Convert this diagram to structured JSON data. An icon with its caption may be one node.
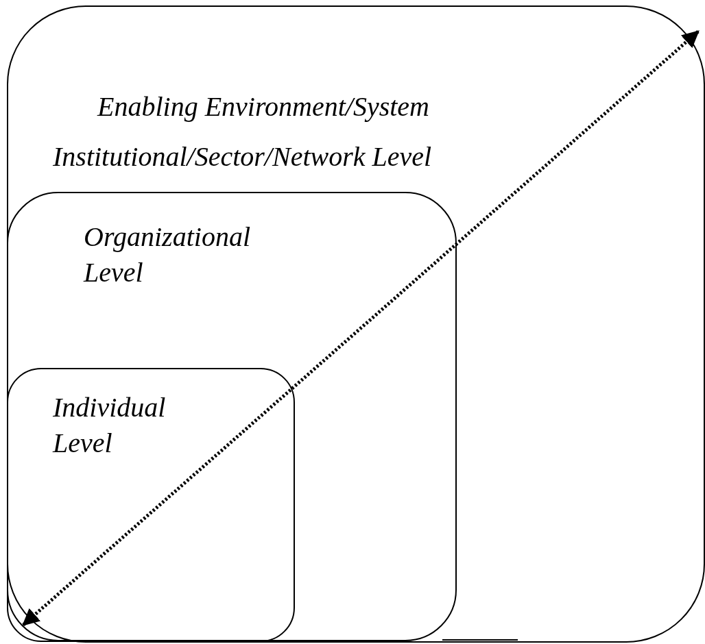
{
  "diagram": {
    "nodes": [
      {
        "text": [
          "Enabling Environment/System",
          "Institutional/Sector/Network Level"
        ]
      },
      {
        "text": [
          "Organizational Level"
        ],
        "in": 0
      },
      {
        "text": [
          "Individual Level"
        ],
        "in": 1
      }
    ],
    "edges": [
      {
        "from": 2,
        "to": 0,
        "arrow": "both",
        "style": "dashed"
      }
    ]
  }
}
